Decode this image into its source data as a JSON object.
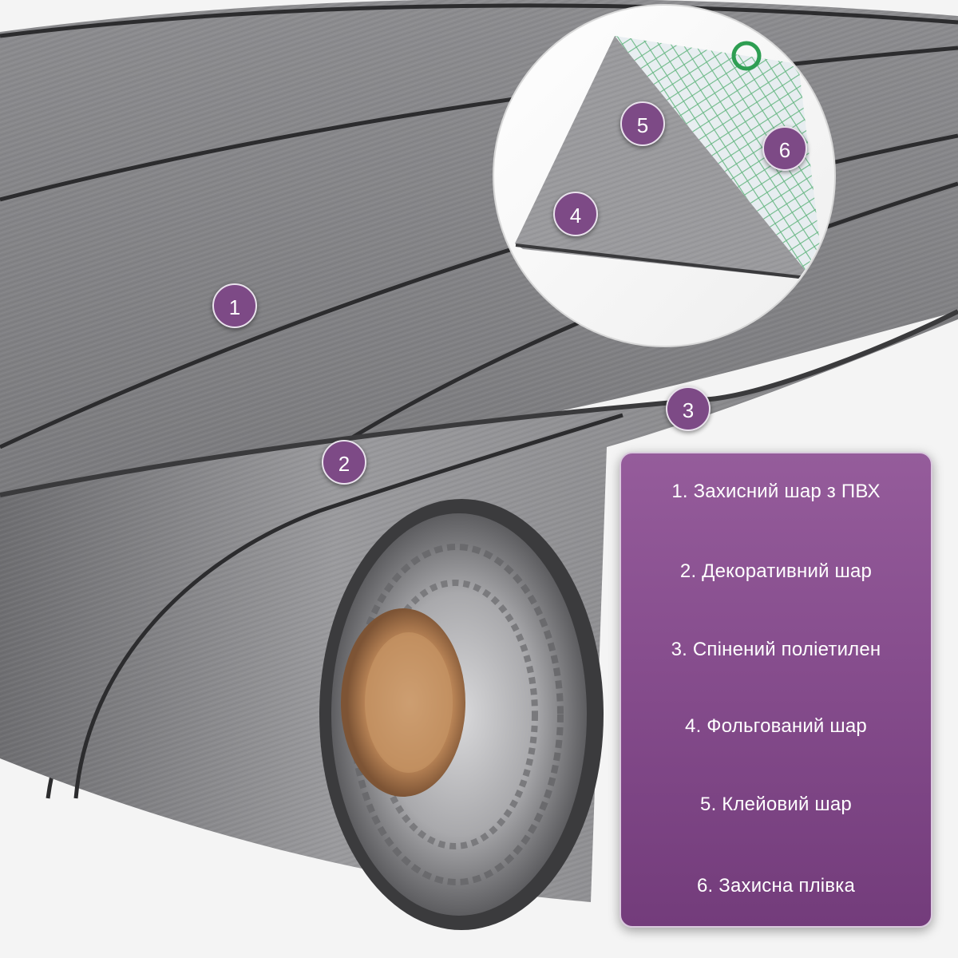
{
  "markers": [
    "1",
    "2",
    "3",
    "4",
    "5",
    "6"
  ],
  "legend": {
    "items": [
      "1. Захисний шар з ПВХ",
      "2. Декоративний шар",
      "3. Спінений поліетилен",
      "4. Фольгований шар",
      "5. Клейовий шар",
      "6. Захисна плівка"
    ]
  },
  "colors": {
    "accent": "#7d4a86",
    "panel": "#864d8d",
    "material": "#8a8a8c",
    "background": "#f4f4f4"
  }
}
